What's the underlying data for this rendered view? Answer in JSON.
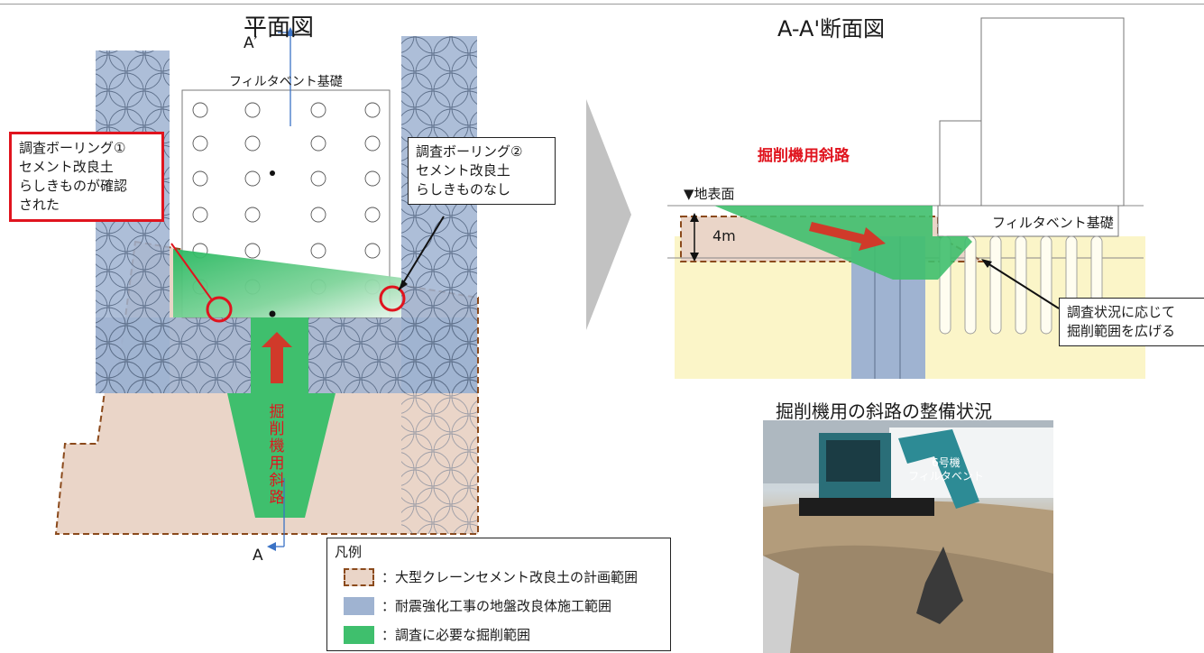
{
  "plan": {
    "title": "平面図",
    "section_top": "A′",
    "section_bottom": "A",
    "foundation_label": "フィルタベント基礎",
    "ramp_label": "掘削機用斜路",
    "callout_1": "調査ボーリング①\nセメント改良土\nらしきものが確認\nされた",
    "callout_2": "調査ボーリング②\nセメント改良土\nらしきものなし"
  },
  "section": {
    "title": "A-A'断面図",
    "ramp_label": "掘削機用斜路",
    "ground_label": "▼地表面",
    "depth_label": "4m",
    "foundation_label": "フィルタベント基礎",
    "note": "調査状況に応じて\n掘削範囲を広げる"
  },
  "photo": {
    "title": "掘削機用の斜路の整備状況",
    "caption": "6号機\nフィルタベント"
  },
  "legend": {
    "title": "凡例",
    "items": [
      {
        "label": "：大型クレーンセメント改良土の計画範囲",
        "color": "#ead5c8",
        "border": "#8b4a1c"
      },
      {
        "label": "：耐震強化工事の地盤改良体施工範囲",
        "color": "#9fb3d1"
      },
      {
        "label": "：調査に必要な掘削範囲",
        "color": "#3fbf6d"
      }
    ]
  },
  "colors": {
    "cement_fill": "#ead5c8",
    "cement_border": "#8b4a1c",
    "seismic": "#9fb3d1",
    "excavation": "#3fbf6d",
    "ground": "#fbf5c8",
    "alert_red": "#e0141e",
    "arrow_red": "#d03a2a",
    "arrow_blue": "#3b73c6"
  }
}
